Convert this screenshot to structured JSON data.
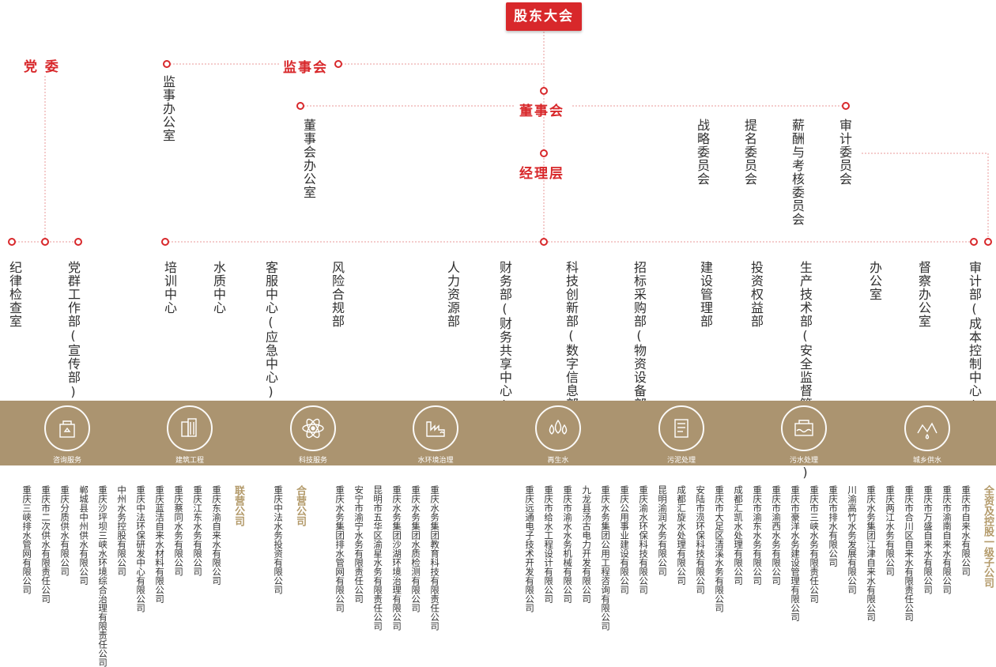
{
  "top": {
    "shareholders": "股东大会",
    "party": "党  委",
    "supervisory": "监事会",
    "board": "董事会",
    "management": "经理层"
  },
  "supervisory_office": "监事办公室",
  "board_office": "董事会办公室",
  "committees": [
    "战略委员会",
    "提名委员会",
    "薪酬与考核委员会",
    "审计委员会"
  ],
  "party_depts": [
    "纪律检查室",
    "党群工作部(宣传部)"
  ],
  "departments": [
    "培训中心",
    "水质中心",
    "客服中心(应急中心)",
    "风险合规部",
    "人力资源部",
    "财务部(财务共享中心)",
    "科技创新部(数字信息部)",
    "招标采购部(物资设备部)",
    "建设管理部",
    "投资权益部",
    "生产技术部(安全监督管理办公室)",
    "办公室",
    "督察办公室",
    "审计部(成本控制中心)"
  ],
  "categories": [
    {
      "label": "咨询服务",
      "icon": "consulting-icon"
    },
    {
      "label": "建筑工程",
      "icon": "building-icon"
    },
    {
      "label": "科技服务",
      "icon": "atom-icon"
    },
    {
      "label": "水环境治理",
      "icon": "water-environment-icon"
    },
    {
      "label": "再生水",
      "icon": "droplets-icon"
    },
    {
      "label": "污泥处理",
      "icon": "sludge-icon"
    },
    {
      "label": "污水处理",
      "icon": "sewage-icon"
    },
    {
      "label": "城乡供水",
      "icon": "water-supply-icon"
    }
  ],
  "group_labels": {
    "joint": "联营公司",
    "partnership": "合营公司",
    "subsidiaries": "全资及控股一级子公司"
  },
  "joint_companies": [
    "重庆三峡排水管网有限公司",
    "重庆市二次供水有限责任公司",
    "重庆分质供水有限公司",
    "郸城县中州供水有限公司",
    "重庆沙坪坝三峡水环境综合治理有限责任公司",
    "中州水务控股有限公司",
    "重庆中法环保研发中心有限公司",
    "重庆蓝洁自来水材料有限公司",
    "重庆蔡同水务有限公司",
    "重庆江东水务有限公司",
    "重庆东渝自来水有限公司"
  ],
  "partnership_companies": [
    "重庆中法水务投资有限公司"
  ],
  "mid_companies": [
    "重庆水务集团排水管网有限公司",
    "安宁市渝宁水务有限责任公司",
    "昆明市五华区渝星水务有限责任公司",
    "重庆水务集团沙湖环境治理有限公司",
    "重庆水务集团水质检测有限公司",
    "重庆水务集团教育科技有限责任公司"
  ],
  "subsidiaries": [
    "重庆远通电子技术开发有限公司",
    "重庆市给水工程设计有限公司",
    "重庆市渝水水务机械有限公司",
    "九龙县汤古电力开发有限公司",
    "重庆水务集团公用工程咨询有限公司",
    "重庆公用事业建设有限公司",
    "重庆渝水环保科技有限公司",
    "昆明渝润水务有限公司",
    "成都汇旋水处理有限公司",
    "安陆市涢环保科技有限公司",
    "重庆市大足区清溪水务有限公司",
    "成都汇凯水处理有限公司",
    "重庆市渝东水务有限公司",
    "重庆市渝西水务有限公司",
    "重庆市豪洋水务建设管理有限公司",
    "重庆市三峡水务有限责任公司",
    "重庆市排水有限公司",
    "川渝高竹水务发展有限公司",
    "重庆水务集团江津自来水有限公司",
    "重庆两江水务有限公司",
    "重庆市合川区自来水有限责任公司",
    "重庆市万盛自来水有限公司",
    "重庆市渝南自来水有限公司",
    "重庆市自来水有限公司"
  ],
  "colors": {
    "red": "#d8282b",
    "gold": "#ab9470",
    "gold_text": "#b39a6a"
  }
}
